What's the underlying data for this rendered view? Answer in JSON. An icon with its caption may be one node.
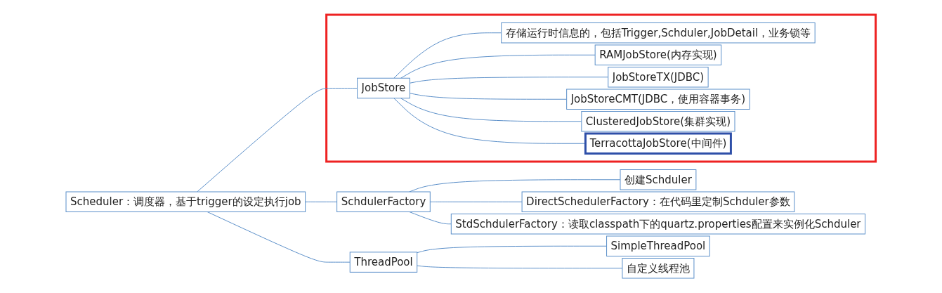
{
  "diagram": {
    "nodes": [
      {
        "text": [
          "Scheduler：调度器，基于trigger的设定执行job"
        ]
      },
      {
        "text": [
          "SchdulerFactory"
        ]
      },
      {
        "text": [
          "创建Schduler"
        ]
      },
      {
        "text": [
          "DirectSchedulerFactory：在代码里定制Schduler参数"
        ]
      },
      {
        "text": [
          "StdSchdulerFactory：读取classpath下的quartz.properties配置来实例化Schduler"
        ]
      },
      {
        "text": [],
        "shape": "box"
      },
      {
        "text": [
          "JobStore"
        ],
        "in": 5
      },
      {
        "text": [
          "存储运行时信息的，包括Trigger,Schduler,JobDetail，业务锁等"
        ],
        "in": 5
      },
      {
        "text": [
          "RAMJobStore(内存实现)"
        ],
        "in": 5
      },
      {
        "text": [
          "JobStoreTX(JDBC)"
        ],
        "in": 5
      },
      {
        "text": [
          "JobStoreCMT(JDBC，使用容器事务)"
        ],
        "in": 5
      },
      {
        "text": [
          "ClusteredJobStore(集群实现)"
        ],
        "in": 5
      },
      {
        "text": [
          "TerracottaJobStore(中间件)"
        ],
        "in": 5
      },
      {
        "text": [
          "ThreadPool"
        ]
      },
      {
        "text": [
          "SimpleThreadPool"
        ]
      },
      {
        "text": [
          "自定义线程池"
        ]
      }
    ],
    "edges": [
      {
        "from": 0,
        "to": 1,
        "arrow": "none"
      },
      {
        "from": 1,
        "to": 2,
        "arrow": "none"
      },
      {
        "from": 1,
        "to": 3,
        "arrow": "none"
      },
      {
        "from": 1,
        "to": 4,
        "arrow": "none"
      },
      {
        "from": 0,
        "to": 6,
        "arrow": "none"
      },
      {
        "from": 6,
        "to": 7,
        "arrow": "none"
      },
      {
        "from": 6,
        "to": 8,
        "arrow": "none"
      },
      {
        "from": 6,
        "to": 9,
        "arrow": "none"
      },
      {
        "from": 6,
        "to": 10,
        "arrow": "none"
      },
      {
        "from": 6,
        "to": 11,
        "arrow": "none"
      },
      {
        "from": 6,
        "to": 12,
        "arrow": "none"
      },
      {
        "from": 0,
        "to": 13,
        "arrow": "none"
      },
      {
        "from": 13,
        "to": 14,
        "arrow": "none"
      },
      {
        "from": 13,
        "to": 15,
        "arrow": "none"
      }
    ]
  }
}
